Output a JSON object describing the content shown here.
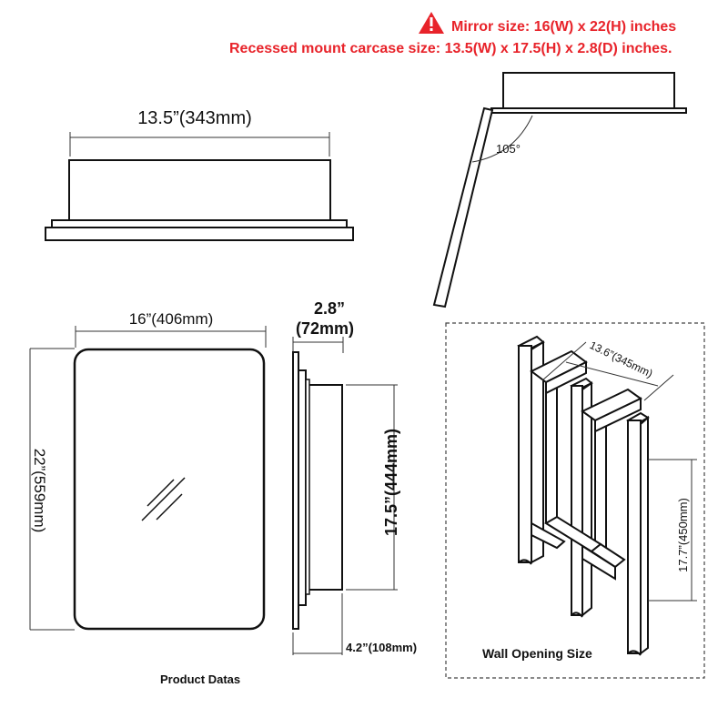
{
  "notes": {
    "mirror_size": "Mirror size: 16(W) x 22(H) inches",
    "carcase_size": "Recessed mount carcase size: 13.5(W) x 17.5(H) x 2.8(D) inches."
  },
  "colors": {
    "warning": "#e8232a",
    "line": "#111111"
  },
  "top_view": {
    "width_label": "13.5”(343mm)"
  },
  "open_view": {
    "angle_label": "105°"
  },
  "front_view": {
    "width_label": "16”(406mm)",
    "height_label": "22”(559mm)"
  },
  "side_view": {
    "depth_label_line1": "2.8”",
    "depth_label_line2": "(72mm)",
    "carcase_height_label": "17.5”(444mm)",
    "bottom_label": "4.2”(108mm)"
  },
  "wall_view": {
    "opening_width_label": "13.6”(345mm)",
    "opening_height_label": "17.7”(450mm)",
    "caption": "Wall  Opening  Size"
  },
  "caption": "Product Datas",
  "icons": {
    "warning": "warning-triangle-icon"
  }
}
